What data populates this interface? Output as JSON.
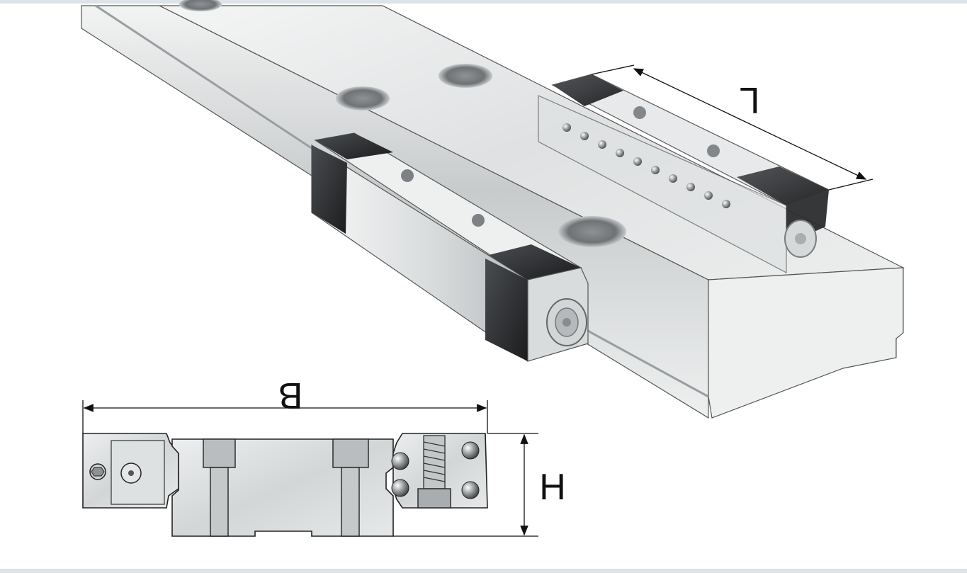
{
  "dimensions": {
    "length_label": "L",
    "width_label": "B",
    "height_label": "H"
  },
  "colors": {
    "steel_light": "#e9ebec",
    "steel_mid": "#c9cccd",
    "steel_dark": "#8e9294",
    "end_cap": "#2b2d2f",
    "frame_border": "#dde3e6"
  }
}
